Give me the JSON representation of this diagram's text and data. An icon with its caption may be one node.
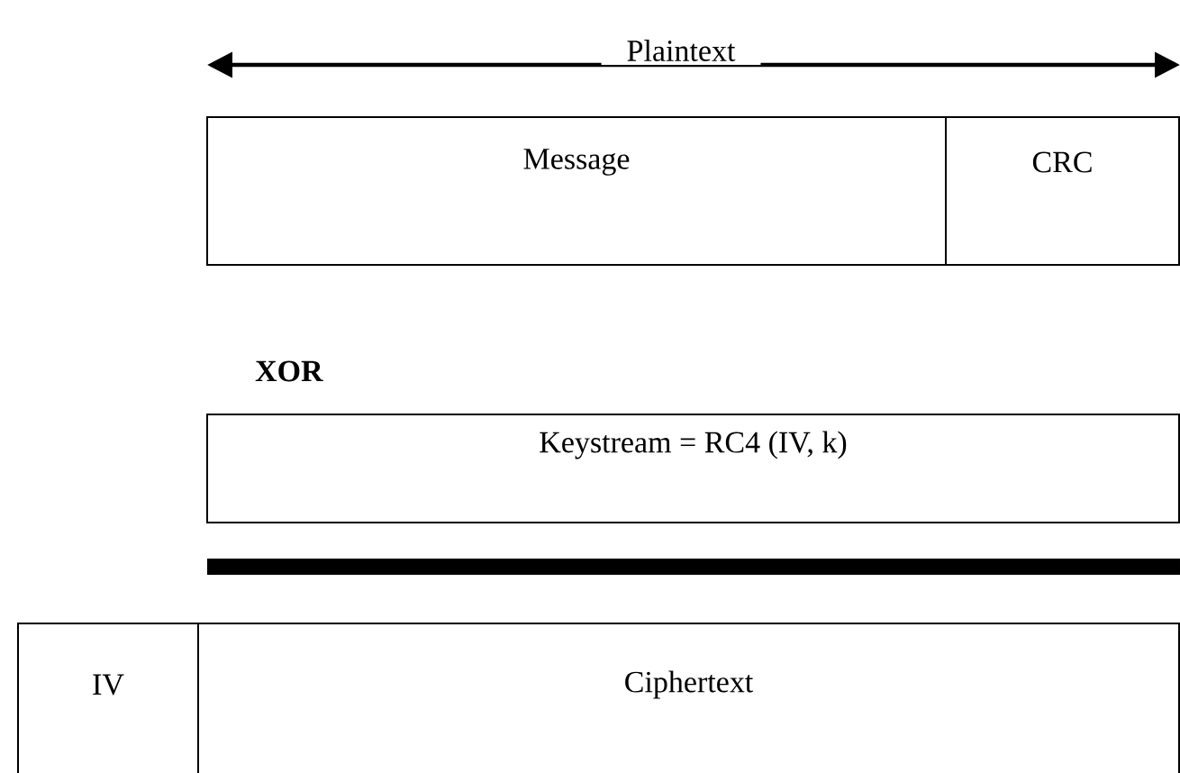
{
  "diagram": {
    "nodes": [
      {
        "text": [
          "Message"
        ]
      },
      {
        "text": [
          "CRC"
        ]
      },
      {
        "text": [
          "Keystream = RC4 (IV, k)"
        ]
      },
      {
        "text": [
          "IV"
        ]
      },
      {
        "text": [
          "Ciphertext"
        ]
      }
    ],
    "labels": [
      "Plaintext",
      "XOR"
    ]
  }
}
